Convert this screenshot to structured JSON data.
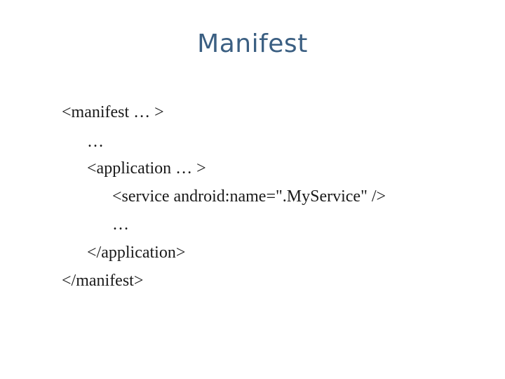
{
  "slide": {
    "title": "Manifest",
    "code_lines": [
      "<manifest … >",
      "…",
      "<application … >",
      "<service android:name=\".MyService\" />",
      "…",
      "</application>",
      "</manifest>"
    ]
  }
}
